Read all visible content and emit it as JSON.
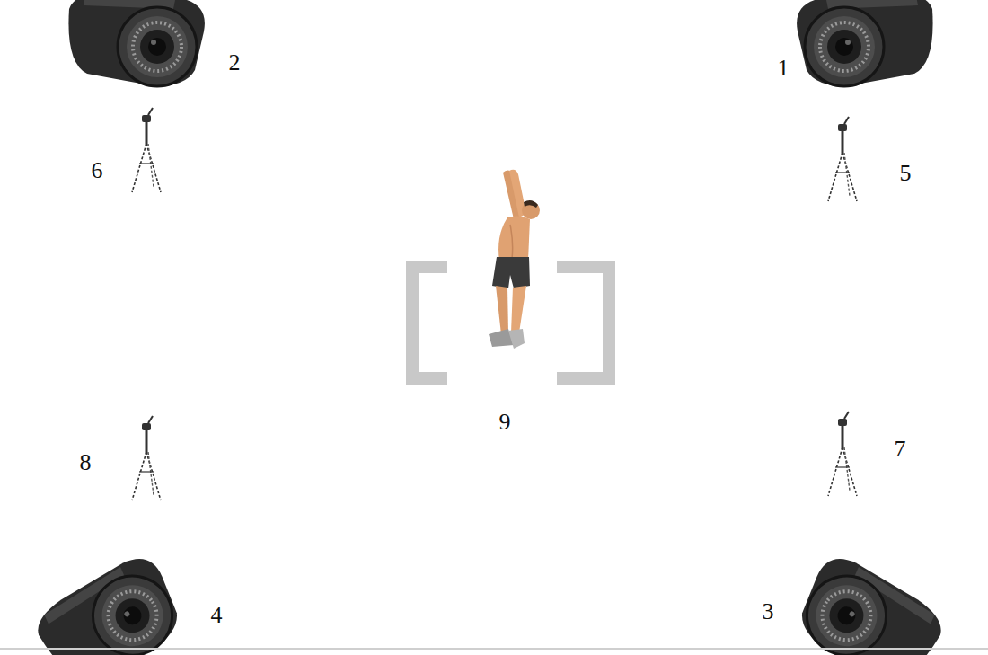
{
  "diagram": {
    "labels": [
      "2",
      "1",
      "6",
      "5",
      "9",
      "8",
      "7",
      "4",
      "3"
    ]
  }
}
